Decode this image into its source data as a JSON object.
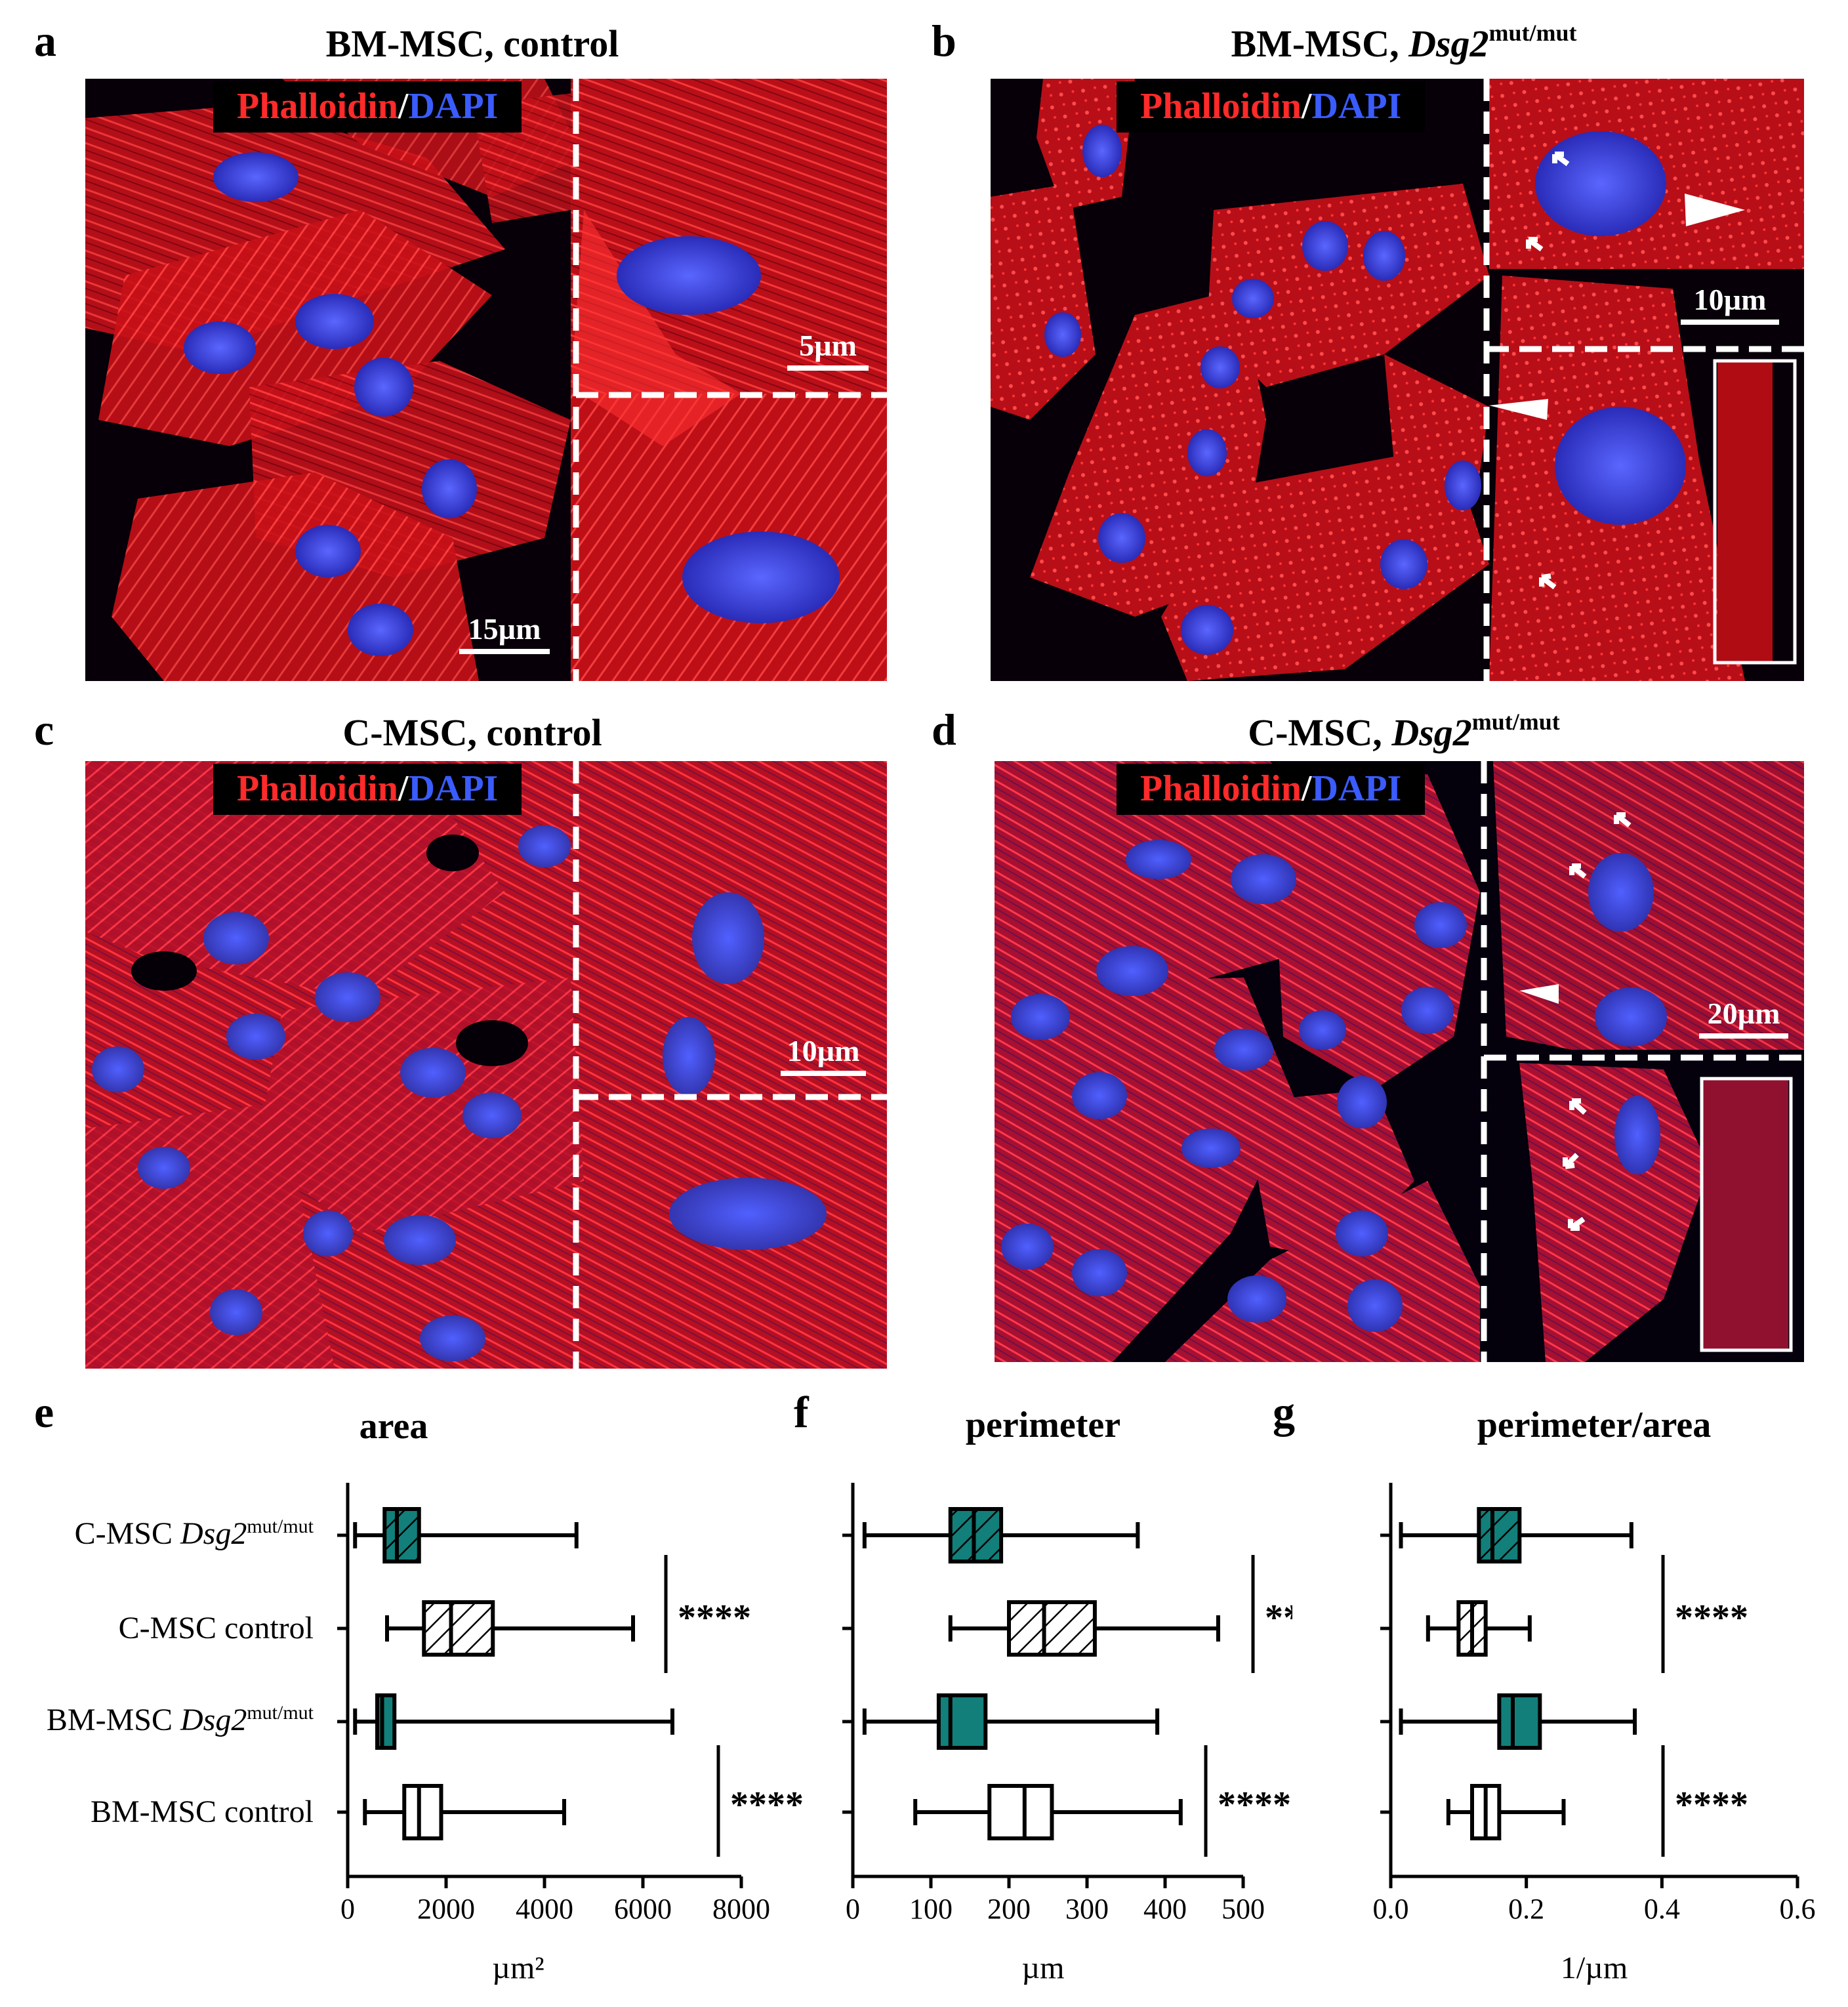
{
  "panels": {
    "a": {
      "label": "a",
      "title": "BM-MSC, control",
      "stain_red": "Phalloidin",
      "stain_sep": "/",
      "stain_blue": "DAPI",
      "scale_main": "15µm",
      "scale_inset": "5µm"
    },
    "b": {
      "label": "b",
      "title_prefix": "BM-MSC, ",
      "title_gene": "Dsg2",
      "title_sup": "mut/mut",
      "stain_red": "Phalloidin",
      "stain_sep": "/",
      "stain_blue": "DAPI",
      "scale_inset": "10µm"
    },
    "c": {
      "label": "c",
      "title": "C-MSC, control",
      "stain_red": "Phalloidin",
      "stain_sep": "/",
      "stain_blue": "DAPI",
      "scale_inset": "10µm"
    },
    "d": {
      "label": "d",
      "title_prefix": "C-MSC, ",
      "title_gene": "Dsg2",
      "title_sup": "mut/mut",
      "stain_red": "Phalloidin",
      "stain_sep": "/",
      "stain_blue": "DAPI",
      "scale_inset": "20µm"
    }
  },
  "chart_labels": {
    "e": "e",
    "f": "f",
    "g": "g"
  },
  "groups": [
    {
      "prefix": "C-MSC ",
      "gene": "Dsg2",
      "sup": "mut/mut",
      "plain": ""
    },
    {
      "prefix": "",
      "gene": "",
      "sup": "",
      "plain": "C-MSC control"
    },
    {
      "prefix": "BM-MSC ",
      "gene": "Dsg2",
      "sup": "mut/mut",
      "plain": ""
    },
    {
      "prefix": "",
      "gene": "",
      "sup": "",
      "plain": "BM-MSC control"
    }
  ],
  "colors": {
    "mutant_fill": "#127f7a",
    "control_fill": "#ffffff",
    "stroke": "#000000",
    "red_stain": "#ff2a2a",
    "blue_stain": "#3a5cff"
  },
  "chart_data": [
    {
      "type": "box",
      "title": "area",
      "xlabel": "µm²",
      "xlim": [
        0,
        8000
      ],
      "ticks": [
        0,
        2000,
        4000,
        6000,
        8000
      ],
      "series": [
        {
          "group": "C-MSC Dsg2 mut/mut",
          "min": 150,
          "q1": 750,
          "median": 1000,
          "q3": 1450,
          "max": 4650,
          "hatch": true,
          "mutant": true
        },
        {
          "group": "C-MSC control",
          "min": 800,
          "q1": 1550,
          "median": 2100,
          "q3": 2950,
          "max": 5800,
          "hatch": true,
          "mutant": false
        },
        {
          "group": "BM-MSC Dsg2 mut/mut",
          "min": 150,
          "q1": 600,
          "median": 700,
          "q3": 950,
          "max": 6600,
          "hatch": false,
          "mutant": true
        },
        {
          "group": "BM-MSC control",
          "min": 350,
          "q1": 1150,
          "median": 1450,
          "q3": 1900,
          "max": 4400,
          "hatch": false,
          "mutant": false
        }
      ],
      "significance": [
        {
          "between": [
            0,
            1
          ],
          "label": "****"
        },
        {
          "between": [
            2,
            3
          ],
          "label": "****"
        }
      ]
    },
    {
      "type": "box",
      "title": "perimeter",
      "xlabel": "µm",
      "xlim": [
        0,
        500
      ],
      "ticks": [
        0,
        100,
        200,
        300,
        400,
        500
      ],
      "series": [
        {
          "group": "C-MSC Dsg2 mut/mut",
          "min": 15,
          "q1": 125,
          "median": 155,
          "q3": 190,
          "max": 365,
          "hatch": true,
          "mutant": true
        },
        {
          "group": "C-MSC control",
          "min": 125,
          "q1": 200,
          "median": 245,
          "q3": 310,
          "max": 468,
          "hatch": true,
          "mutant": false
        },
        {
          "group": "BM-MSC Dsg2 mut/mut",
          "min": 15,
          "q1": 110,
          "median": 125,
          "q3": 170,
          "max": 390,
          "hatch": false,
          "mutant": true
        },
        {
          "group": "BM-MSC control",
          "min": 80,
          "q1": 175,
          "median": 220,
          "q3": 255,
          "max": 420,
          "hatch": false,
          "mutant": false
        }
      ],
      "significance": [
        {
          "between": [
            0,
            1
          ],
          "label": "****"
        },
        {
          "between": [
            2,
            3
          ],
          "label": "****"
        }
      ]
    },
    {
      "type": "box",
      "title": "perimeter/area",
      "xlabel": "1/µm",
      "xlim": [
        0,
        0.6
      ],
      "ticks": [
        0.0,
        0.2,
        0.4,
        0.6
      ],
      "series": [
        {
          "group": "C-MSC Dsg2 mut/mut",
          "min": 0.015,
          "q1": 0.13,
          "median": 0.15,
          "q3": 0.19,
          "max": 0.355,
          "hatch": true,
          "mutant": true
        },
        {
          "group": "C-MSC control",
          "min": 0.055,
          "q1": 0.1,
          "median": 0.12,
          "q3": 0.14,
          "max": 0.205,
          "hatch": true,
          "mutant": false
        },
        {
          "group": "BM-MSC Dsg2 mut/mut",
          "min": 0.015,
          "q1": 0.16,
          "median": 0.18,
          "q3": 0.22,
          "max": 0.36,
          "hatch": false,
          "mutant": true
        },
        {
          "group": "BM-MSC control",
          "min": 0.085,
          "q1": 0.12,
          "median": 0.14,
          "q3": 0.16,
          "max": 0.255,
          "hatch": false,
          "mutant": false
        }
      ],
      "significance": [
        {
          "between": [
            0,
            1
          ],
          "label": "****"
        },
        {
          "between": [
            2,
            3
          ],
          "label": "****"
        }
      ]
    }
  ]
}
